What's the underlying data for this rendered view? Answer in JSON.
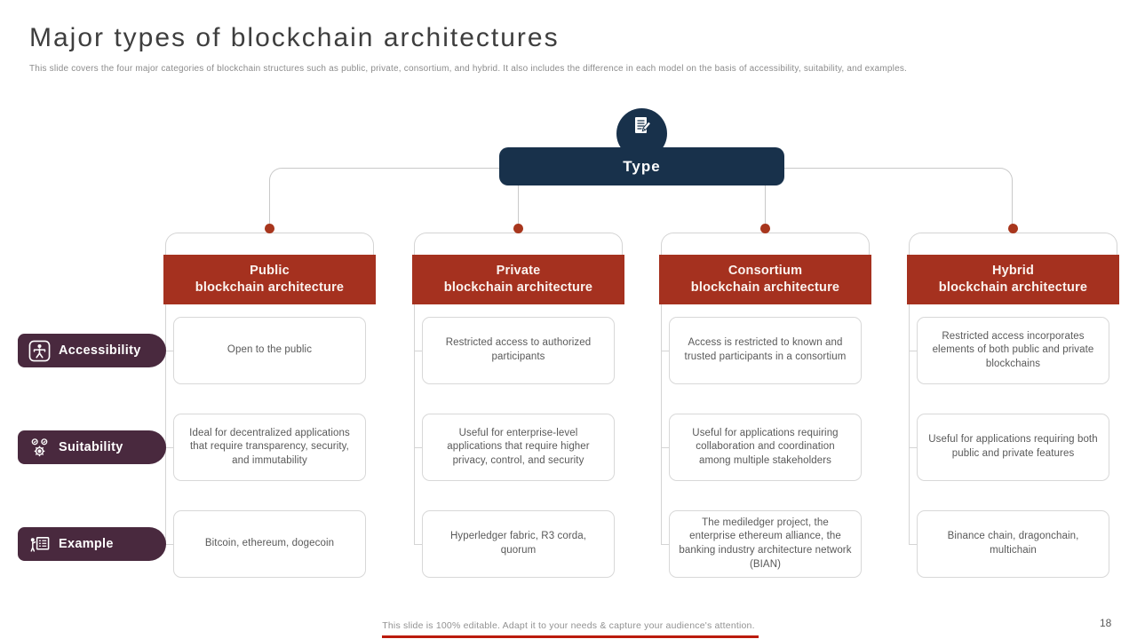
{
  "slide": {
    "title": "Major types of blockchain architectures",
    "subtitle": "This slide covers the four major categories of blockchain structures such as public, private, consortium, and hybrid. It also includes the difference in each model on the basis of accessibility, suitability, and examples.",
    "footer": "This slide is 100% editable.  Adapt it to your needs & capture your audience's attention.",
    "page_number": "18"
  },
  "type_node": {
    "label": "Type",
    "icon": "document-edit-icon"
  },
  "row_labels": [
    {
      "label": "Accessibility",
      "icon": "accessibility-icon"
    },
    {
      "label": "Suitability",
      "icon": "gear-check-icon"
    },
    {
      "label": "Example",
      "icon": "presenter-list-icon"
    }
  ],
  "columns": [
    {
      "title_line1": "Public",
      "title_line2": "blockchain architecture",
      "accessibility": "Open to the public",
      "suitability": "Ideal for decentralized applications that require transparency, security, and immutability",
      "example": "Bitcoin, ethereum, dogecoin"
    },
    {
      "title_line1": "Private",
      "title_line2": "blockchain architecture",
      "accessibility": "Restricted access to authorized participants",
      "suitability": "Useful for enterprise-level applications that require higher privacy, control, and security",
      "example": "Hyperledger fabric, R3 corda, quorum"
    },
    {
      "title_line1": "Consortium",
      "title_line2": "blockchain architecture",
      "accessibility": "Access is restricted to known and trusted participants in a consortium",
      "suitability": "Useful for applications requiring collaboration and coordination among multiple stakeholders",
      "example": "The mediledger project, the enterprise ethereum alliance, the banking industry architecture network (BIAN)"
    },
    {
      "title_line1": "Hybrid",
      "title_line2": "blockchain architecture",
      "accessibility": "Restricted access incorporates elements of both public and private blockchains",
      "suitability": "Useful for applications requiring both public and private features",
      "example": "Binance chain, dragonchain, multichain"
    }
  ],
  "colors": {
    "header_red": "#A5311F",
    "dot_red": "#A8361D",
    "navy": "#18314B",
    "plum": "#49293E",
    "connector_gray": "#C9C9C9",
    "cell_border": "#D8D8D8",
    "body_text": "#595959",
    "accent_line_red": "#BB1A0A"
  }
}
